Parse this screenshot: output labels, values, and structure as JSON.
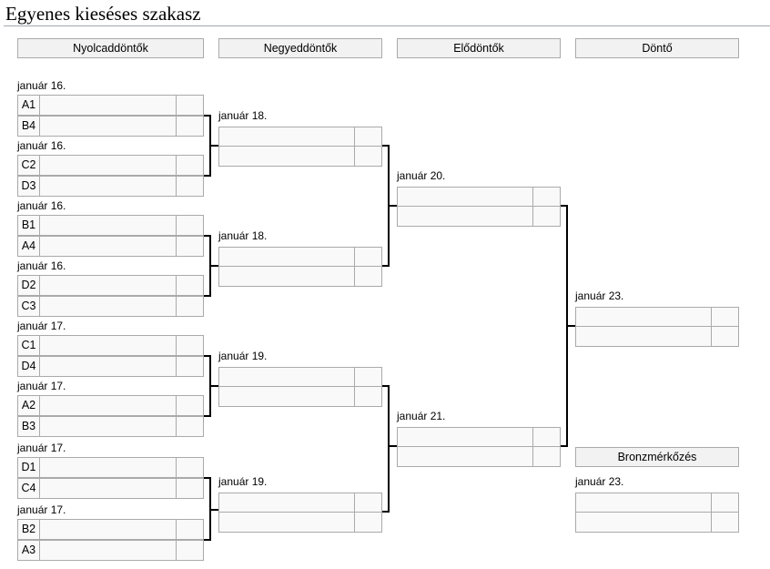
{
  "page": {
    "title": "Egyenes kieséses szakasz"
  },
  "rounds": {
    "round16": "Nyolcaddöntők",
    "quarter": "Negyeddöntők",
    "semi": "Elődöntők",
    "final": "Döntő",
    "bronze": "Bronzmérkőzés"
  },
  "matches": {
    "r16": [
      {
        "date": "január 16.",
        "seeds": [
          "A1",
          "B4"
        ]
      },
      {
        "date": "január 16.",
        "seeds": [
          "C2",
          "D3"
        ]
      },
      {
        "date": "január 16.",
        "seeds": [
          "B1",
          "A4"
        ]
      },
      {
        "date": "január 16.",
        "seeds": [
          "D2",
          "C3"
        ]
      },
      {
        "date": "január 17.",
        "seeds": [
          "C1",
          "D4"
        ]
      },
      {
        "date": "január 17.",
        "seeds": [
          "A2",
          "B3"
        ]
      },
      {
        "date": "január 17.",
        "seeds": [
          "D1",
          "C4"
        ]
      },
      {
        "date": "január 17.",
        "seeds": [
          "B2",
          "A3"
        ]
      }
    ],
    "qf": [
      {
        "date": "január 18."
      },
      {
        "date": "január 18."
      },
      {
        "date": "január 19."
      },
      {
        "date": "január 19."
      }
    ],
    "sf": [
      {
        "date": "január 20."
      },
      {
        "date": "január 21."
      }
    ],
    "final": {
      "date": "január 23."
    },
    "bronze": {
      "date": "január 23."
    }
  }
}
